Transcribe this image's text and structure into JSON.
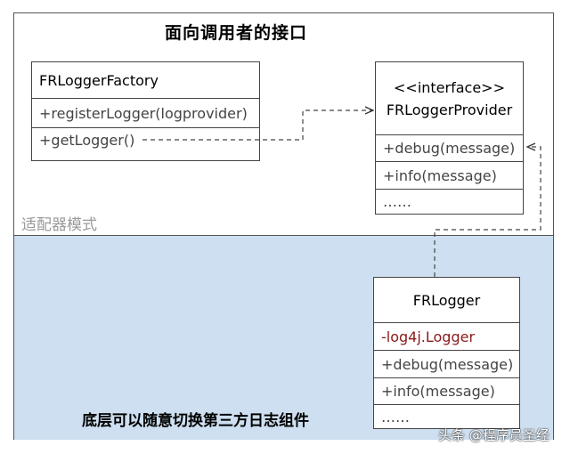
{
  "title_top": "面向调用者的接口",
  "adapter_label": "适配器模式",
  "title_bottom": "底层可以随意切换第三方日志组件",
  "factory": {
    "name": "FRLoggerFactory",
    "methods": [
      "+registerLogger(logprovider)",
      "+getLogger()"
    ]
  },
  "provider": {
    "stereotype": "<<interface>>",
    "name": "FRLoggerProvider",
    "methods": [
      "+debug(message)",
      "+info(message)",
      "……"
    ]
  },
  "logger": {
    "name": "FRLogger",
    "field": "-log4j.Logger",
    "methods": [
      "+debug(message)",
      "+info(message)",
      "……"
    ]
  },
  "watermark": "头条 @程序员圣经",
  "colors": {
    "lower_bg": "#cddff0",
    "field_red": "#8b1a1a",
    "label_gray": "#9a9a9a"
  }
}
